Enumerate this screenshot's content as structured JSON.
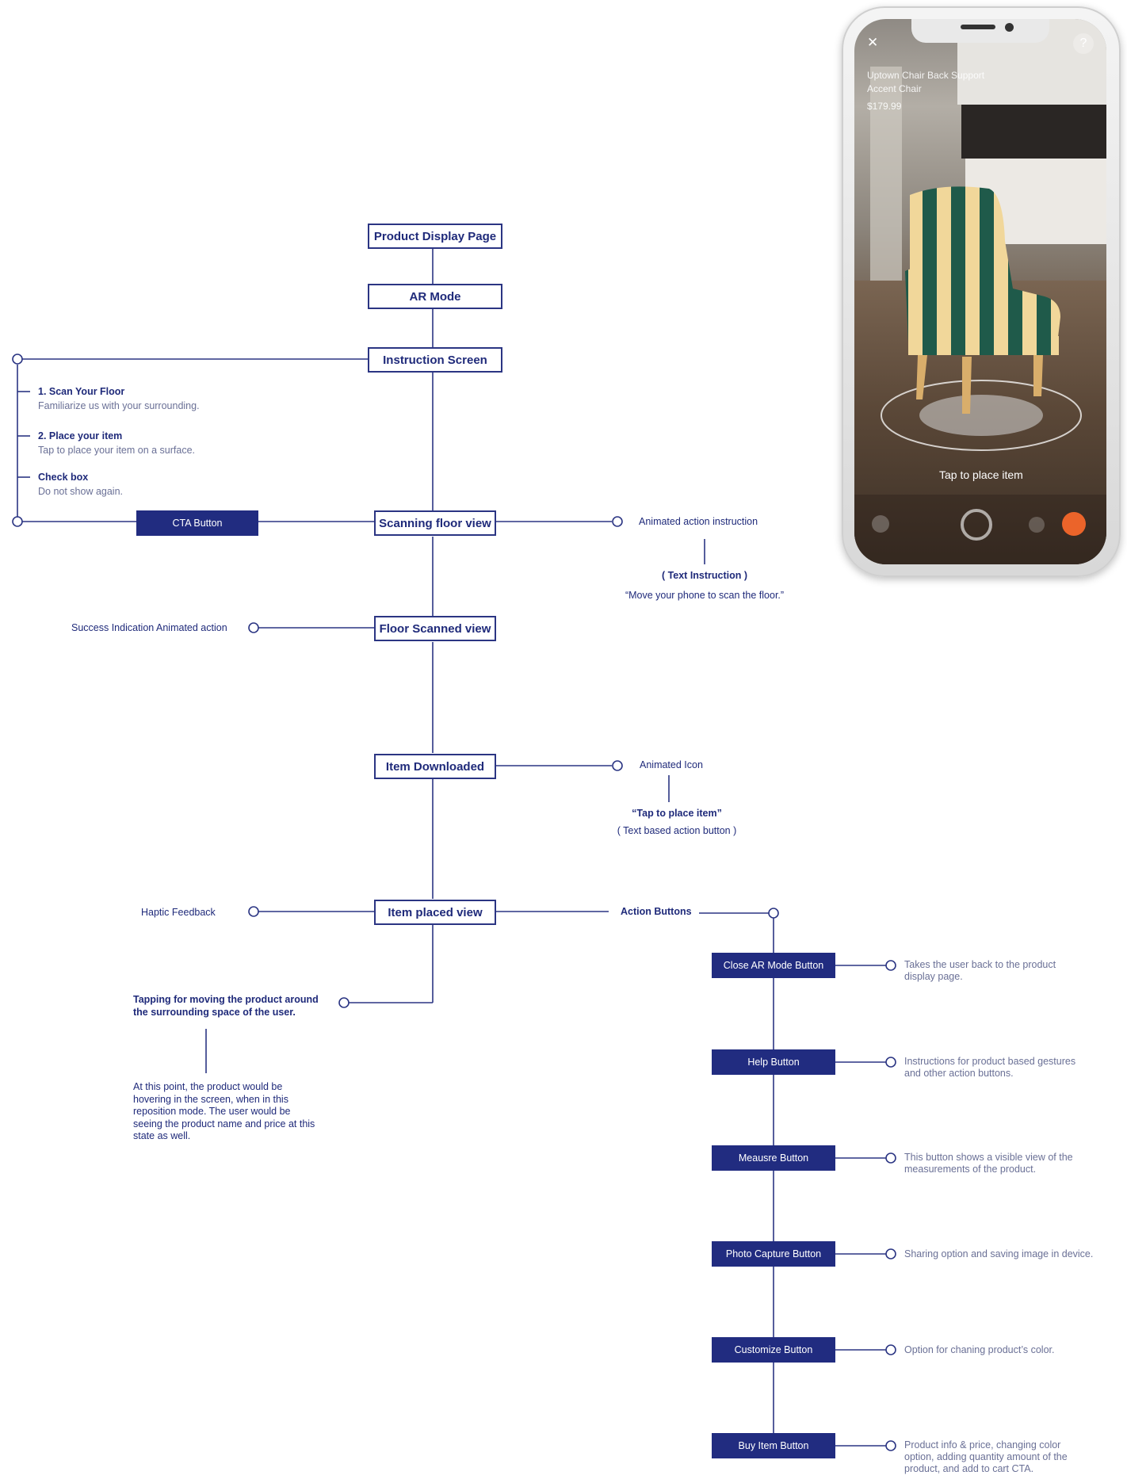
{
  "flow": {
    "product_display_page": "Product Display Page",
    "ar_mode": "AR Mode",
    "instruction_screen": "Instruction Screen",
    "scanning_floor_view": "Scanning floor view",
    "floor_scanned_view": "Floor Scanned view",
    "item_downloaded": "Item Downloaded",
    "item_placed_view": "Item placed view"
  },
  "instructions": {
    "step1_title": "1. Scan Your Floor",
    "step1_desc": "Familiarize us with your surrounding.",
    "step2_title": "2. Place your item",
    "step2_desc": "Tap to place your item on a surface.",
    "check_title": "Check box",
    "check_desc": "Do not show again.",
    "cta_button": "CTA Button"
  },
  "scanning": {
    "animated_instruction": "Animated action instruction",
    "text_instruction": "( Text Instruction )",
    "quote": "“Move your phone to scan the floor.”"
  },
  "floor_scanned": {
    "success": "Success Indication Animated action"
  },
  "downloaded": {
    "animated_icon": "Animated Icon",
    "tap_quote": "“Tap to place item”",
    "text_button": "( Text based action button )"
  },
  "placed": {
    "haptic": "Haptic Feedback",
    "tapping_line1": "Tapping for moving the product around",
    "tapping_line2": "the surrounding space of the user.",
    "note_line1": "At this point, the product would be",
    "note_line2": "hovering in the screen, when in this",
    "note_line3": "reposition mode. The user would be",
    "note_line4": "seeing the product name and price at this",
    "note_line5": "state as well.",
    "action_buttons": "Action Buttons"
  },
  "action_buttons": [
    {
      "label": "Close AR Mode Button",
      "desc1": "Takes the user back to the product",
      "desc2": "display page.",
      "desc3": ""
    },
    {
      "label": "Help Button",
      "desc1": "Instructions for product based gestures",
      "desc2": "and other action buttons.",
      "desc3": ""
    },
    {
      "label": "Meausre Button",
      "desc1": "This button shows a visible view of the",
      "desc2": "measurements of the product.",
      "desc3": ""
    },
    {
      "label": "Photo Capture Button",
      "desc1": "Sharing option and saving image in device.",
      "desc2": "",
      "desc3": ""
    },
    {
      "label": "Customize Button",
      "desc1": "Option for chaning product’s color.",
      "desc2": "",
      "desc3": ""
    },
    {
      "label": "Buy Item Button",
      "desc1": "Product info & price, changing color",
      "desc2": "option, adding quantity amount of the",
      "desc3": "product, and add to cart CTA."
    }
  ],
  "phone": {
    "product_name_line1": "Uptown Chair Back Support",
    "product_name_line2": "Accent Chair",
    "price": "$179.99",
    "tap_to_place": "Tap to place item",
    "close_glyph": "✕",
    "help_glyph": "?"
  },
  "colors": {
    "navy": "#212c80",
    "line": "#2b3583",
    "muted_text": "#6a7096",
    "chair_green": "#1f5a4a",
    "chair_cream": "#f1d79a",
    "capture_orange": "#ff6a2b"
  }
}
